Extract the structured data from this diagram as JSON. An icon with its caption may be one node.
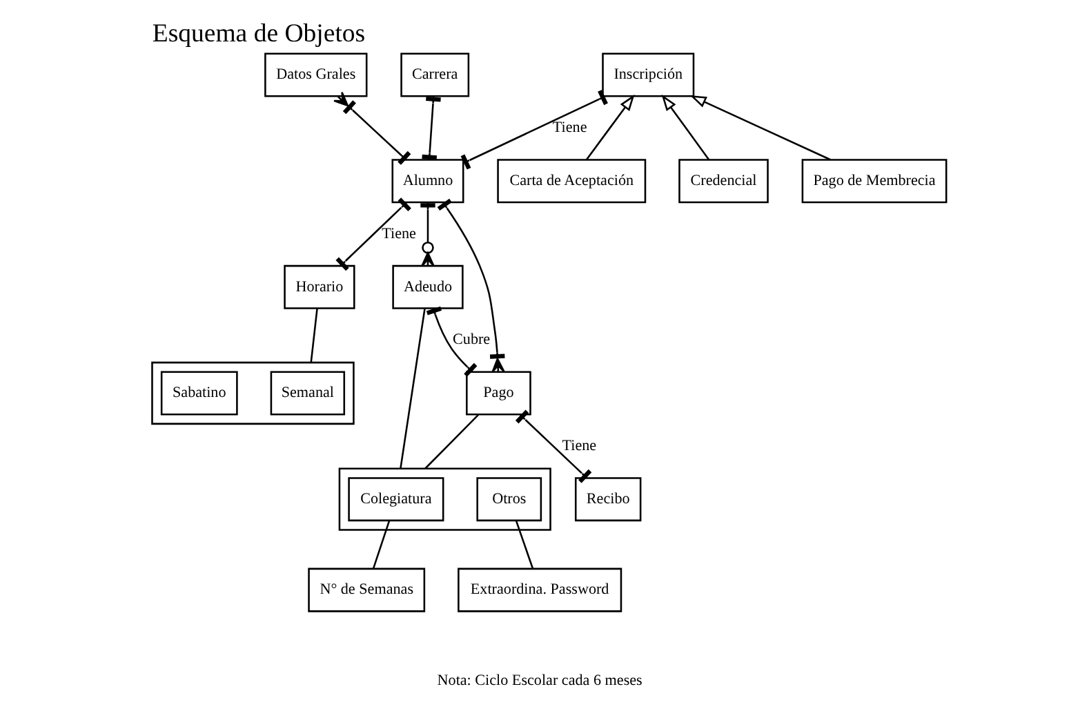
{
  "diagram": {
    "title": "Esquema de Objetos",
    "nodes": [
      {
        "text": [
          "Datos Grales"
        ]
      },
      {
        "text": [
          "Carrera"
        ]
      },
      {
        "text": [
          "Inscripción"
        ]
      },
      {
        "text": [
          "Alumno"
        ]
      },
      {
        "text": [
          "Pago de Membrecia"
        ]
      },
      {
        "text": [
          "Carta de Aceptación"
        ]
      },
      {
        "text": [
          "Credencial"
        ]
      },
      {
        "text": [
          "Horario"
        ]
      },
      {
        "text": [],
        "shape": "box"
      },
      {
        "text": [
          "Semanal"
        ],
        "in": 8
      },
      {
        "text": [
          "Sabatino"
        ],
        "in": 8
      },
      {
        "text": [
          "Adeudo"
        ]
      },
      {
        "text": [
          "Pago"
        ]
      },
      {
        "text": [],
        "shape": "box"
      },
      {
        "text": [
          "Colegiatura"
        ],
        "in": 13
      },
      {
        "text": [
          "Otros"
        ],
        "in": 13
      },
      {
        "text": [
          "Recibo"
        ]
      },
      {
        "text": [
          "N° de Semanas"
        ]
      },
      {
        "text": [
          "Extraordina. Password"
        ]
      }
    ],
    "edges": [
      {
        "from": 0,
        "to": 3,
        "arrow": "other"
      },
      {
        "from": 1,
        "to": 3,
        "arrow": "other"
      },
      {
        "from": 2,
        "to": 3,
        "arrow": "other",
        "label": "Tiene"
      },
      {
        "from": 4,
        "to": 2,
        "arrow": "to"
      },
      {
        "from": 5,
        "to": 2,
        "arrow": "to"
      },
      {
        "from": 6,
        "to": 2,
        "arrow": "to"
      },
      {
        "from": 3,
        "to": 7,
        "arrow": "other",
        "label": "Tiene"
      },
      {
        "from": 7,
        "to": 8,
        "arrow": "none"
      },
      {
        "from": 3,
        "to": 11,
        "arrow": "other"
      },
      {
        "from": 3,
        "to": 12,
        "arrow": "other"
      },
      {
        "from": 11,
        "to": 12,
        "arrow": "other",
        "label": "Cubre"
      },
      {
        "from": 11,
        "to": 13,
        "arrow": "none"
      },
      {
        "from": 12,
        "to": 13,
        "arrow": "none"
      },
      {
        "from": 12,
        "to": 16,
        "arrow": "other",
        "label": "Tiene"
      },
      {
        "from": 14,
        "to": 17,
        "arrow": "none"
      },
      {
        "from": 15,
        "to": 18,
        "arrow": "none"
      }
    ],
    "labels": [
      "Nota: Ciclo Escolar cada 6 meses"
    ]
  }
}
